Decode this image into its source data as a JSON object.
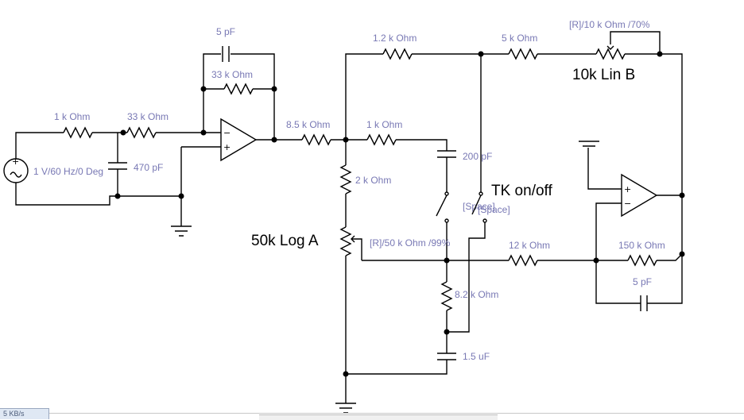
{
  "schematic": {
    "source": {
      "label": "1 V/60 Hz/0 Deg"
    },
    "resistors": {
      "r_in": "1 k Ohm",
      "r_33k_series": "33 k Ohm",
      "r_33k_feedback": "33 k Ohm",
      "r_8k5": "8.5 k Ohm",
      "r_1k2": "1.2 k Ohm",
      "r_5k": "5 k Ohm",
      "r_1k_tone": "1 k Ohm",
      "r_2k": "2 k Ohm",
      "r_12k": "12 k Ohm",
      "r_150k": "150 k Ohm",
      "r_8k2": "8.2 k Ohm"
    },
    "capacitors": {
      "c_470p": "470 pF",
      "c_5p_top": "5 pF",
      "c_200p": "200 pF",
      "c_5p_bottom": "5 pF",
      "c_1u5": "1.5 uF"
    },
    "potentiometers": {
      "pot_50k": {
        "label": "[R]/50 k Ohm /99%",
        "note": "50k Log A"
      },
      "pot_10k": {
        "label": "[R]/10 k Ohm /70%",
        "note": "10k  Lin  B"
      }
    },
    "switches": {
      "key_left": "[Space]",
      "key_right": "[Space]",
      "note": "TK on/off"
    },
    "opamp_signs": {
      "minus": "−",
      "plus": "+"
    }
  },
  "status": {
    "text": "5 KB/s"
  }
}
